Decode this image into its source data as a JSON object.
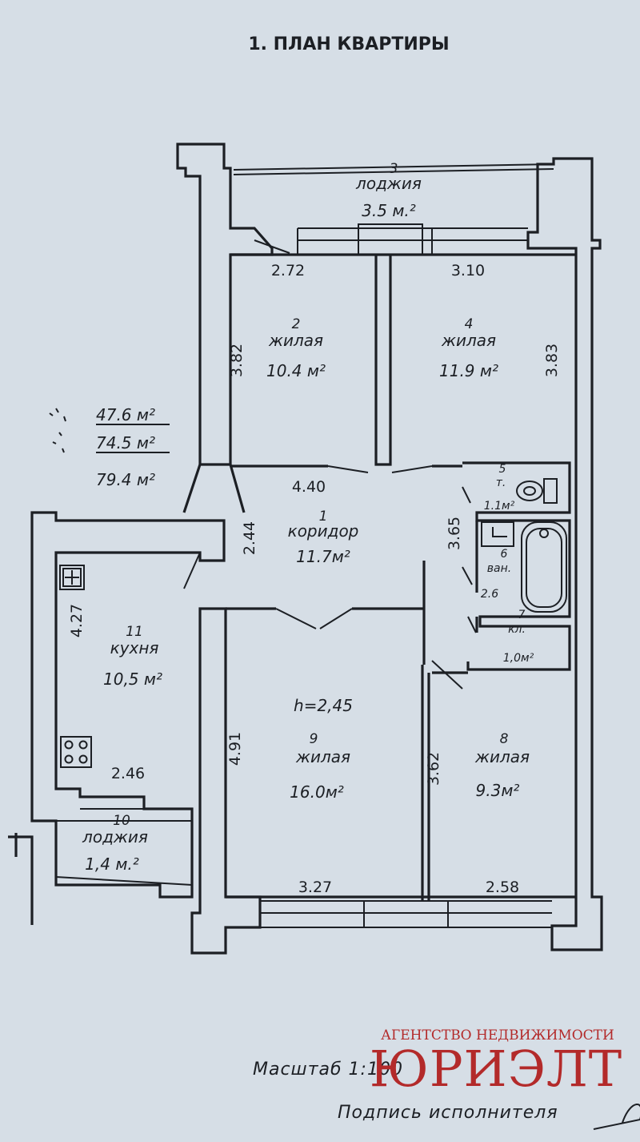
{
  "title": "1. ПЛАН КВАРТИРЫ",
  "totals": {
    "living_area": "47.6 м²",
    "total_area": "74.5 м²",
    "area_with_loggias": "79.4 м²"
  },
  "rooms": [
    {
      "num": "1",
      "name": "коридор",
      "area": "11.7м²"
    },
    {
      "num": "2",
      "name": "жилая",
      "area": "10.4 м²"
    },
    {
      "num": "3",
      "name": "лоджия",
      "area": "3.5 м.²"
    },
    {
      "num": "4",
      "name": "жилая",
      "area": "11.9 м²"
    },
    {
      "num": "5",
      "name": "т.",
      "area": "1.1м²"
    },
    {
      "num": "6",
      "name": "ван.",
      "area": "2.6"
    },
    {
      "num": "7",
      "name": "кл.",
      "area": "1,0м²"
    },
    {
      "num": "8",
      "name": "жилая",
      "area": "9.3м²"
    },
    {
      "num": "9",
      "name": "жилая",
      "area": "16.0м²"
    },
    {
      "num": "10",
      "name": "лоджия",
      "area": "1,4 м.²"
    },
    {
      "num": "11",
      "name": "кухня",
      "area": "10,5 м²"
    }
  ],
  "ceiling_height": "h=2,45",
  "dimensions": [
    "2.72",
    "3.10",
    "3.82",
    "3.83",
    "4.40",
    "2.44",
    "3.65",
    "4.27",
    "2.46",
    "4.91",
    "3.62",
    "3.27",
    "2.58"
  ],
  "scale_label": "Масштаб 1:100",
  "signature_label": "Подпись исполнителя",
  "watermark": {
    "line1": "АГЕНТСТВО НЕДВИЖИМОСТИ",
    "line2": "ЮРИЭЛТ"
  },
  "colors": {
    "paper": "#d6dee6",
    "ink": "#1c1f24",
    "watermark": "#b32a2a"
  },
  "icons": [
    "sink-icon",
    "stove-icon",
    "toilet-icon",
    "bathtub-icon",
    "washbasin-icon"
  ]
}
